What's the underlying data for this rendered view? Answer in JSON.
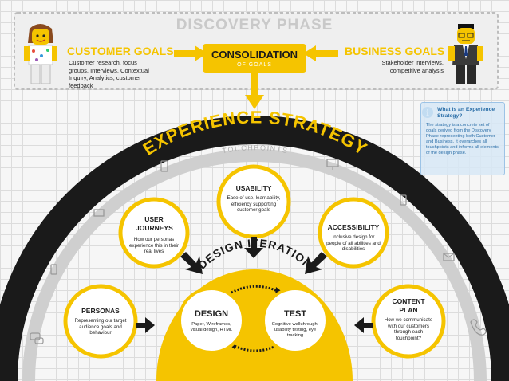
{
  "header": {
    "phase_title": "DISCOVERY PHASE"
  },
  "customer_goals": {
    "title": "CUSTOMER GOALS",
    "description": "Customer research, focus groups, Interviews, Contextual Inquiry, Analytics, customer feedback"
  },
  "consolidation": {
    "title": "CONSOLIDATION",
    "subtitle": "OF GOALS"
  },
  "business_goals": {
    "title": "BUSINESS GOALS",
    "description": "Stakeholder interviews, competitive analysis"
  },
  "experience_strategy": {
    "title": "EXPERIENCE STRATEGY",
    "touchpoints_label": "TOUCHPOINTS"
  },
  "info_box": {
    "title": "What is an Experience Strategy?",
    "body": "The strategy is a concrete set of goals derived from the Discovery Phase representing both Customer and Business. It overarches all touchpoints and informs all elements of the design phase."
  },
  "nodes": {
    "usability": {
      "title": "USABILITY",
      "body": "Ease of use, learnability, efficiency supporting customer goals"
    },
    "user_journeys": {
      "title": "USER JOURNEYS",
      "body": "How our personas experience this in their real lives"
    },
    "accessibility": {
      "title": "ACCESSIBILITY",
      "body": "Inclusive design for people of all abilities and disabilities"
    },
    "personas": {
      "title": "PERSONAS",
      "body": "Representing our target audience goals and behaviour"
    },
    "content_plan": {
      "title": "CONTENT PLAN",
      "body": "How we communicate with our customers through each touchpoint?"
    }
  },
  "design_iteration": {
    "title": "DESIGN ITERATION",
    "design": {
      "title": "DESIGN",
      "body": "Paper, Wireframes, visual design, HTML"
    },
    "test": {
      "title": "TEST",
      "body": "Cognitive walkthrough, usability testing, eye tracking"
    }
  },
  "colors": {
    "accent": "#f5c400",
    "dark": "#1a1a1a",
    "info": "#4a9ad8",
    "grey": "#c8c8c8"
  },
  "icons": [
    "person-icon",
    "business-person-icon",
    "info-icon",
    "tablet-icon",
    "monitor-icon",
    "mobile-phone-icon",
    "tv-icon",
    "envelope-icon",
    "telephone-icon",
    "chat-icon"
  ]
}
